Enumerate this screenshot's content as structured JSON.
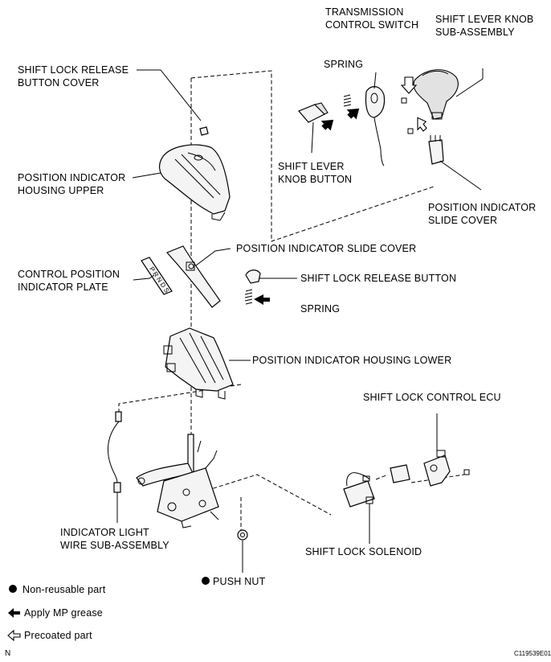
{
  "labels": {
    "transmission_control_switch": [
      "TRANSMISSION",
      "CONTROL SWITCH"
    ],
    "shift_lever_knob_subassembly": [
      "SHIFT LEVER KNOB",
      "SUB-ASSEMBLY"
    ],
    "spring_top": "SPRING",
    "shift_lock_release_button_cover": [
      "SHIFT LOCK RELEASE",
      "BUTTON COVER"
    ],
    "position_indicator_housing_upper": [
      "POSITION INDICATOR",
      "HOUSING UPPER"
    ],
    "shift_lever_knob_button": [
      "SHIFT LEVER",
      "KNOB BUTTON"
    ],
    "position_indicator_slide_cover_right": [
      "POSITION INDICATOR",
      "SLIDE COVER"
    ],
    "position_indicator_slide_cover_mid": "POSITION INDICATOR SLIDE COVER",
    "control_position_indicator_plate": [
      "CONTROL POSITION",
      "INDICATOR PLATE"
    ],
    "shift_lock_release_button": "SHIFT LOCK RELEASE BUTTON",
    "spring_mid": "SPRING",
    "position_indicator_housing_lower": "POSITION INDICATOR HOUSING LOWER",
    "shift_lock_control_ecu": "SHIFT LOCK CONTROL ECU",
    "indicator_light_wire_subassembly": [
      "INDICATOR LIGHT",
      "WIRE SUB-ASSEMBLY"
    ],
    "shift_lock_solenoid": "SHIFT LOCK SOLENOID",
    "push_nut": "PUSH NUT"
  },
  "plate_letters": "P R N D S",
  "legend": {
    "non_reusable": "Non-reusable part",
    "mp_grease": "Apply MP grease",
    "precoated": "Precoated part"
  },
  "corner_mark": "N",
  "figure_id": "C119539E01"
}
